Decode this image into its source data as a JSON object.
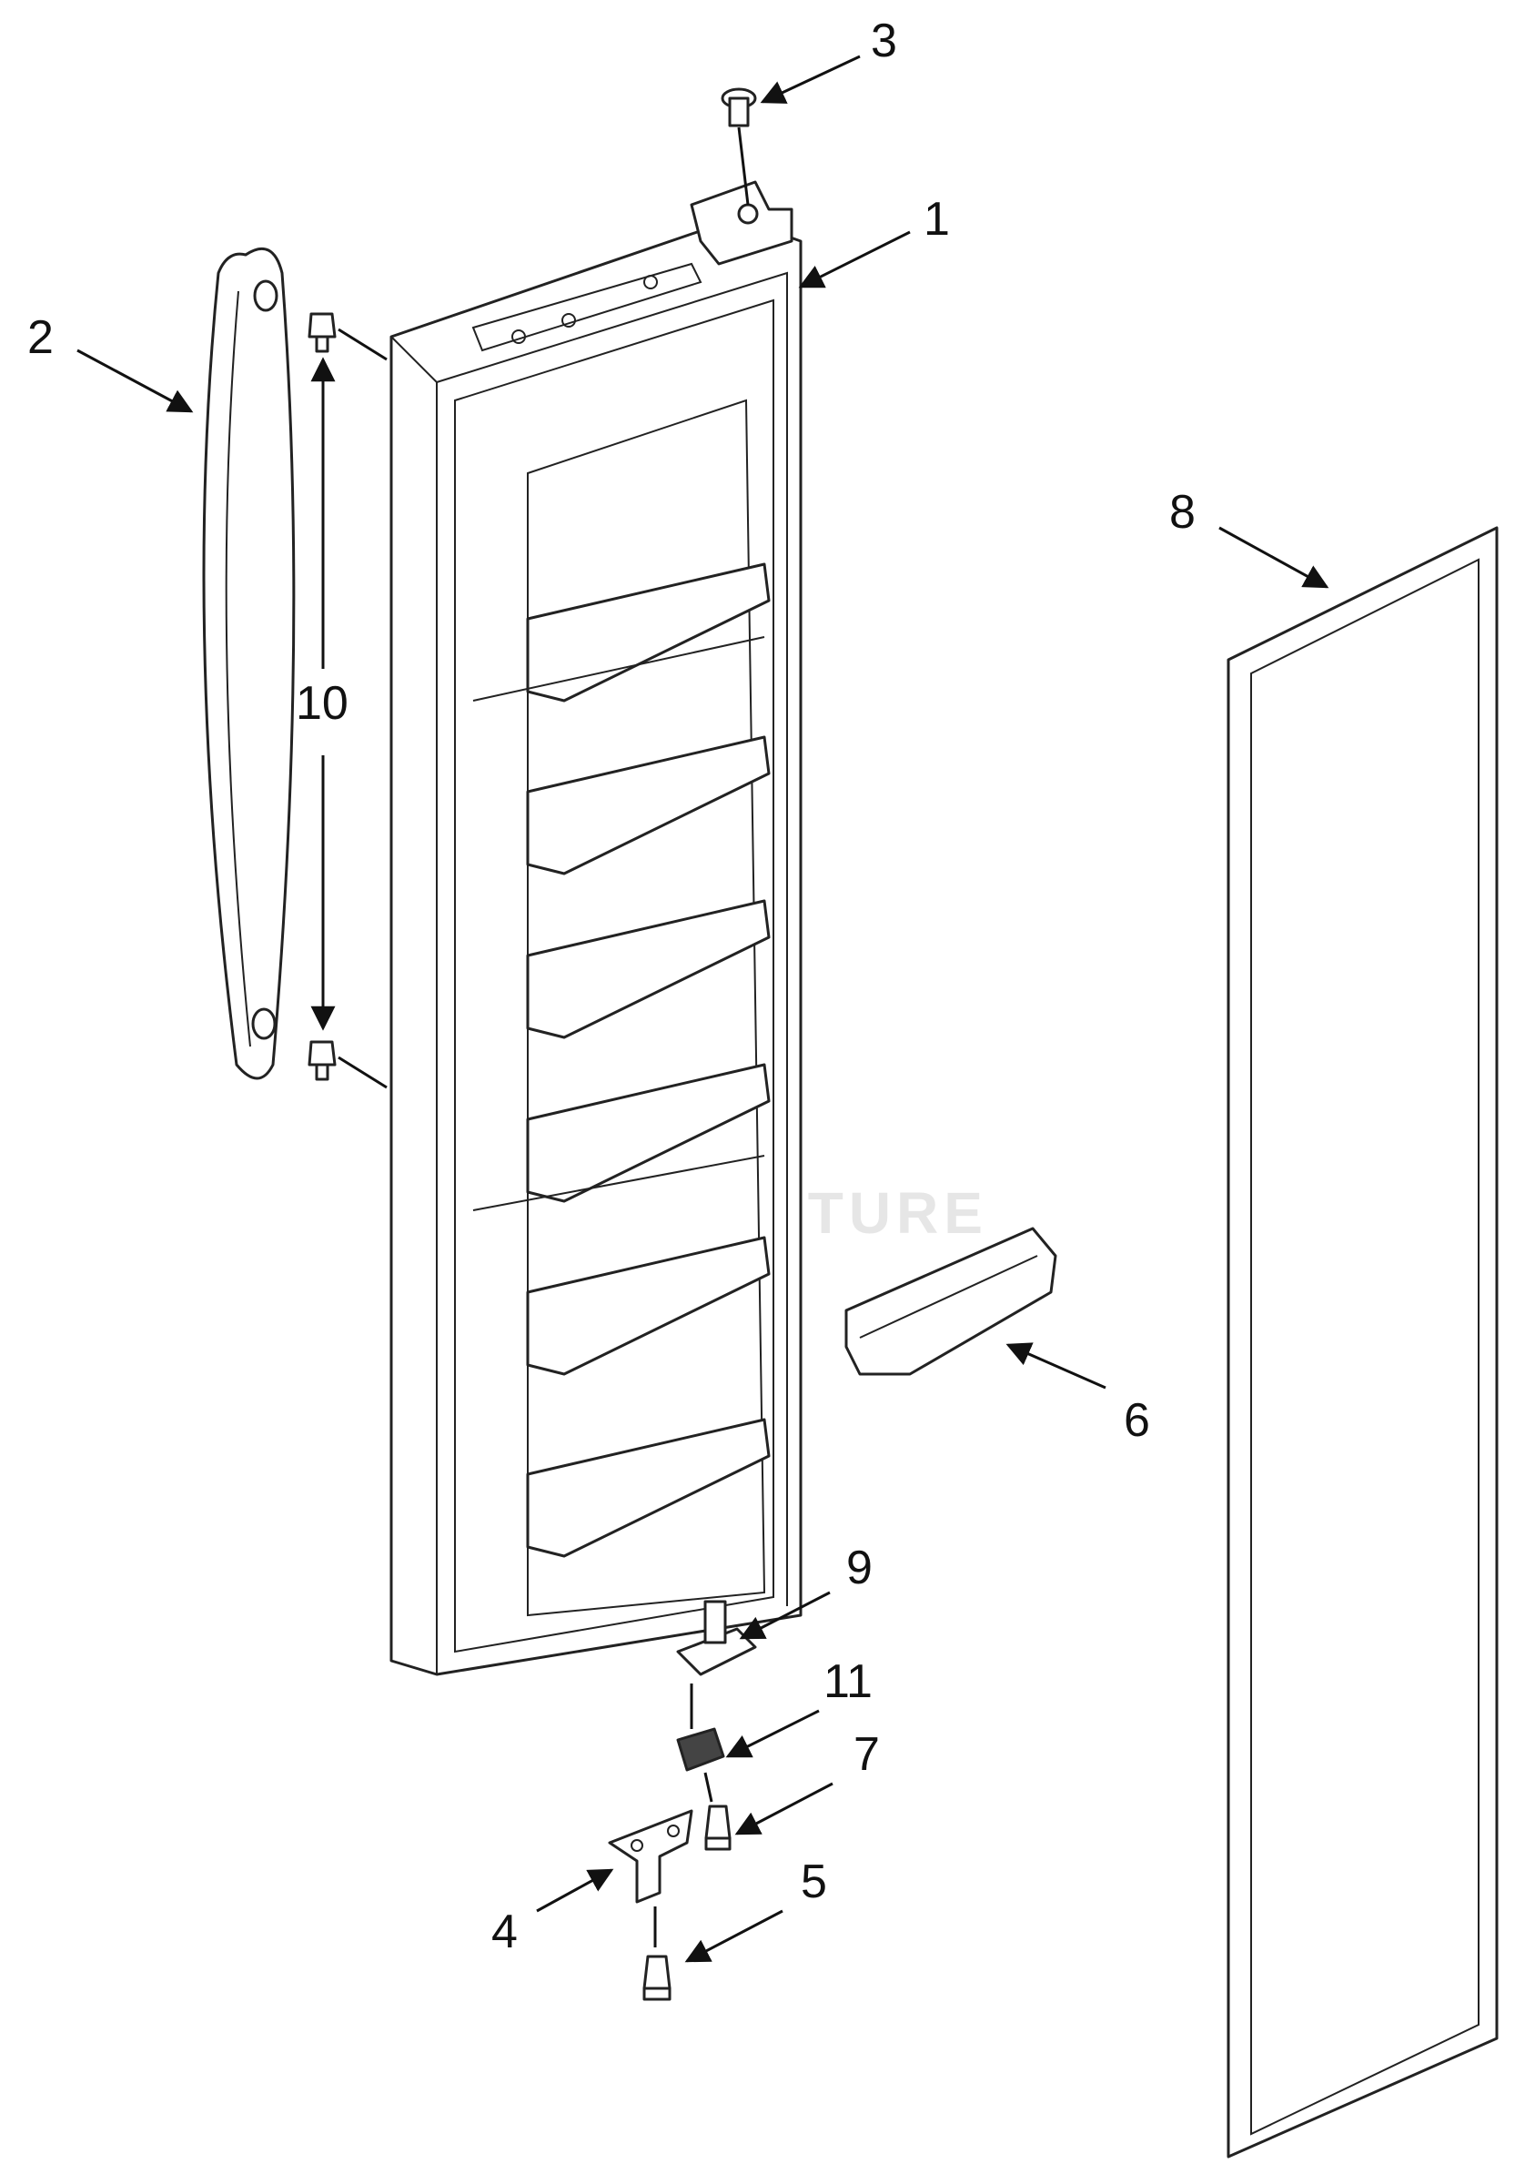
{
  "callouts": {
    "c1": "1",
    "c2": "2",
    "c3": "3",
    "c4": "4",
    "c5": "5",
    "c6": "6",
    "c7": "7",
    "c8": "8",
    "c9": "9",
    "c10": "10",
    "c11": "11"
  },
  "watermark": "EADVENTURE",
  "colors": {
    "line": "#222222",
    "background": "#ffffff",
    "watermark": "#e6e6e6"
  }
}
